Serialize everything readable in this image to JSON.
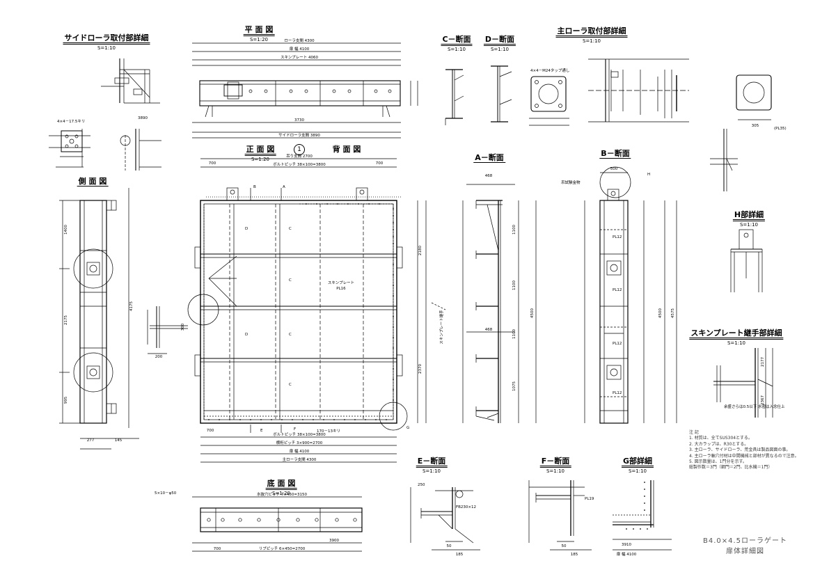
{
  "titles": {
    "side_roller": "サイドローラ取付部詳細",
    "plan": "平 面 図",
    "c_section": "C－断面",
    "d_section": "D－断面",
    "main_roller": "主ローラ取付部詳細",
    "side_view": "側 面 図",
    "front_view": "正 面 図",
    "back_view": "背 面 図",
    "a_section": "A－断面",
    "b_section": "B－断面",
    "h_detail": "H部詳細",
    "skin_joint": "スキンプレート継手部詳細",
    "bottom_view": "底 面 図",
    "e_section": "E－断面",
    "f_section": "F－断面",
    "g_detail": "G部詳細"
  },
  "scales": {
    "s10": "S=1:10",
    "s20": "S=1:20"
  },
  "circle_no": "1",
  "labels": {
    "roller_span": "ローラ支間 4300",
    "door_width": "扉 幅 4100",
    "skin_plate_w": "スキンプレート 4060",
    "side_roller_span": "サイドローラ支間 3890",
    "d3730": "3730",
    "d3890": "3890",
    "lift_span": "吊り支間 2700",
    "bolt_pitch_top": "ボルトピッチ 38×100=3800",
    "bolt_pitch_bot": "ボルトピッチ 38×100=3800",
    "beam_pitch": "横桁ピッチ 3×900=2700",
    "main_roller_span": "主ローラ支間 4300",
    "door_width_2": "扉 幅 4100",
    "skin_pl": "スキンプレート",
    "pl16": "PL16",
    "bolt_170": "170－13キリ",
    "tap_text": "4×4－M24タップ通し",
    "hole_text": "4×4－17.5キリ",
    "drain_text": "水抜穴ピッチ 7×450=3150",
    "rib_pitch": "リブピッチ 6×450=2700",
    "drain_hole": "5×10－φ50",
    "lift_fitting": "吊試験金物",
    "d1400": "1400",
    "d2175": "2175",
    "d995": "995",
    "d4175": "4175",
    "d145": "145",
    "d277": "277",
    "d300": "300",
    "d200": "200",
    "d700": "700",
    "d4100": "4100",
    "d3900": "3900",
    "d468": "468",
    "d1100": "1100",
    "d1075": "1075",
    "d4500": "4500",
    "d4575": "4575",
    "d500": "500",
    "d305": "305",
    "d2180": "2180",
    "d2370": "2370",
    "d2177": "2177",
    "d2367": "2367",
    "d3910": "3910",
    "d250": "250",
    "d185": "185",
    "d50": "50",
    "pl12": "PL12",
    "pl19": "PL19",
    "pl35": "(PL35)",
    "fb": "FB230×12",
    "weld_note": "余盛さらは0.5以下\n水密は入念仕上",
    "skin_v": "スキンプレート継手",
    "edge_a": "A",
    "edge_b": "B",
    "edge_c": "C",
    "edge_d": "D",
    "edge_e": "E",
    "edge_f": "F",
    "edge_g": "G",
    "edge_h": "H"
  },
  "notes": {
    "head": "注 記",
    "lines": [
      "1. 材質は、全てSUS304とする。",
      "2. 大カラップは、R30とする。",
      "3. 主ローラ、サイドローラ、荒金具は製品図面の事。",
      "4. 主ローラ軸穴付材は中間機械と部材が異なるので注意。",
      "5. 図示数量は、1門分を示す。",
      "   総製作数＝3門（鋼門＝2門、比水機＝1門）"
    ]
  },
  "drawing_title": {
    "line1": "B4.0×4.5ローラゲート",
    "line2": "扉体詳細図"
  }
}
